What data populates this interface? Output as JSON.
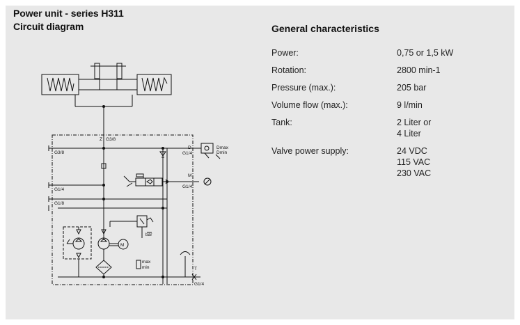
{
  "header": {
    "title": "Power unit - series H311",
    "subtitle": "Circuit diagram"
  },
  "characteristics": {
    "title": "General characteristics",
    "rows": [
      {
        "label": "Power:",
        "values": [
          "0,75 or 1,5 kW"
        ]
      },
      {
        "label": "Rotation:",
        "values": [
          "2800 min-1"
        ]
      },
      {
        "label": "Pressure (max.):",
        "values": [
          "205 bar"
        ]
      },
      {
        "label": "Volume flow (max.):",
        "values": [
          "9 l/min"
        ]
      },
      {
        "label": "Tank:",
        "values": [
          "2 Liter or",
          "4 Liter"
        ]
      },
      {
        "label": "Valve power supply:",
        "values": [
          "24 VDC",
          "115 VAC",
          "230 VAC"
        ]
      }
    ]
  },
  "diagram": {
    "port_z": "Z",
    "port_z_size": "G3/8",
    "port_left_1": "G3/8",
    "port_left_2": "G1/4",
    "port_left_3": "G1/8",
    "port_d": "D",
    "port_d_size": "G1/4",
    "port_m": "M",
    "port_m_size": "G1/4",
    "port_t": "T",
    "port_t_size": "G1/4",
    "dmax": "Dmax",
    "dmin": "Dmin",
    "bar": "bar",
    "motor": "M",
    "lvl_max": "max",
    "lvl_min": "min"
  }
}
